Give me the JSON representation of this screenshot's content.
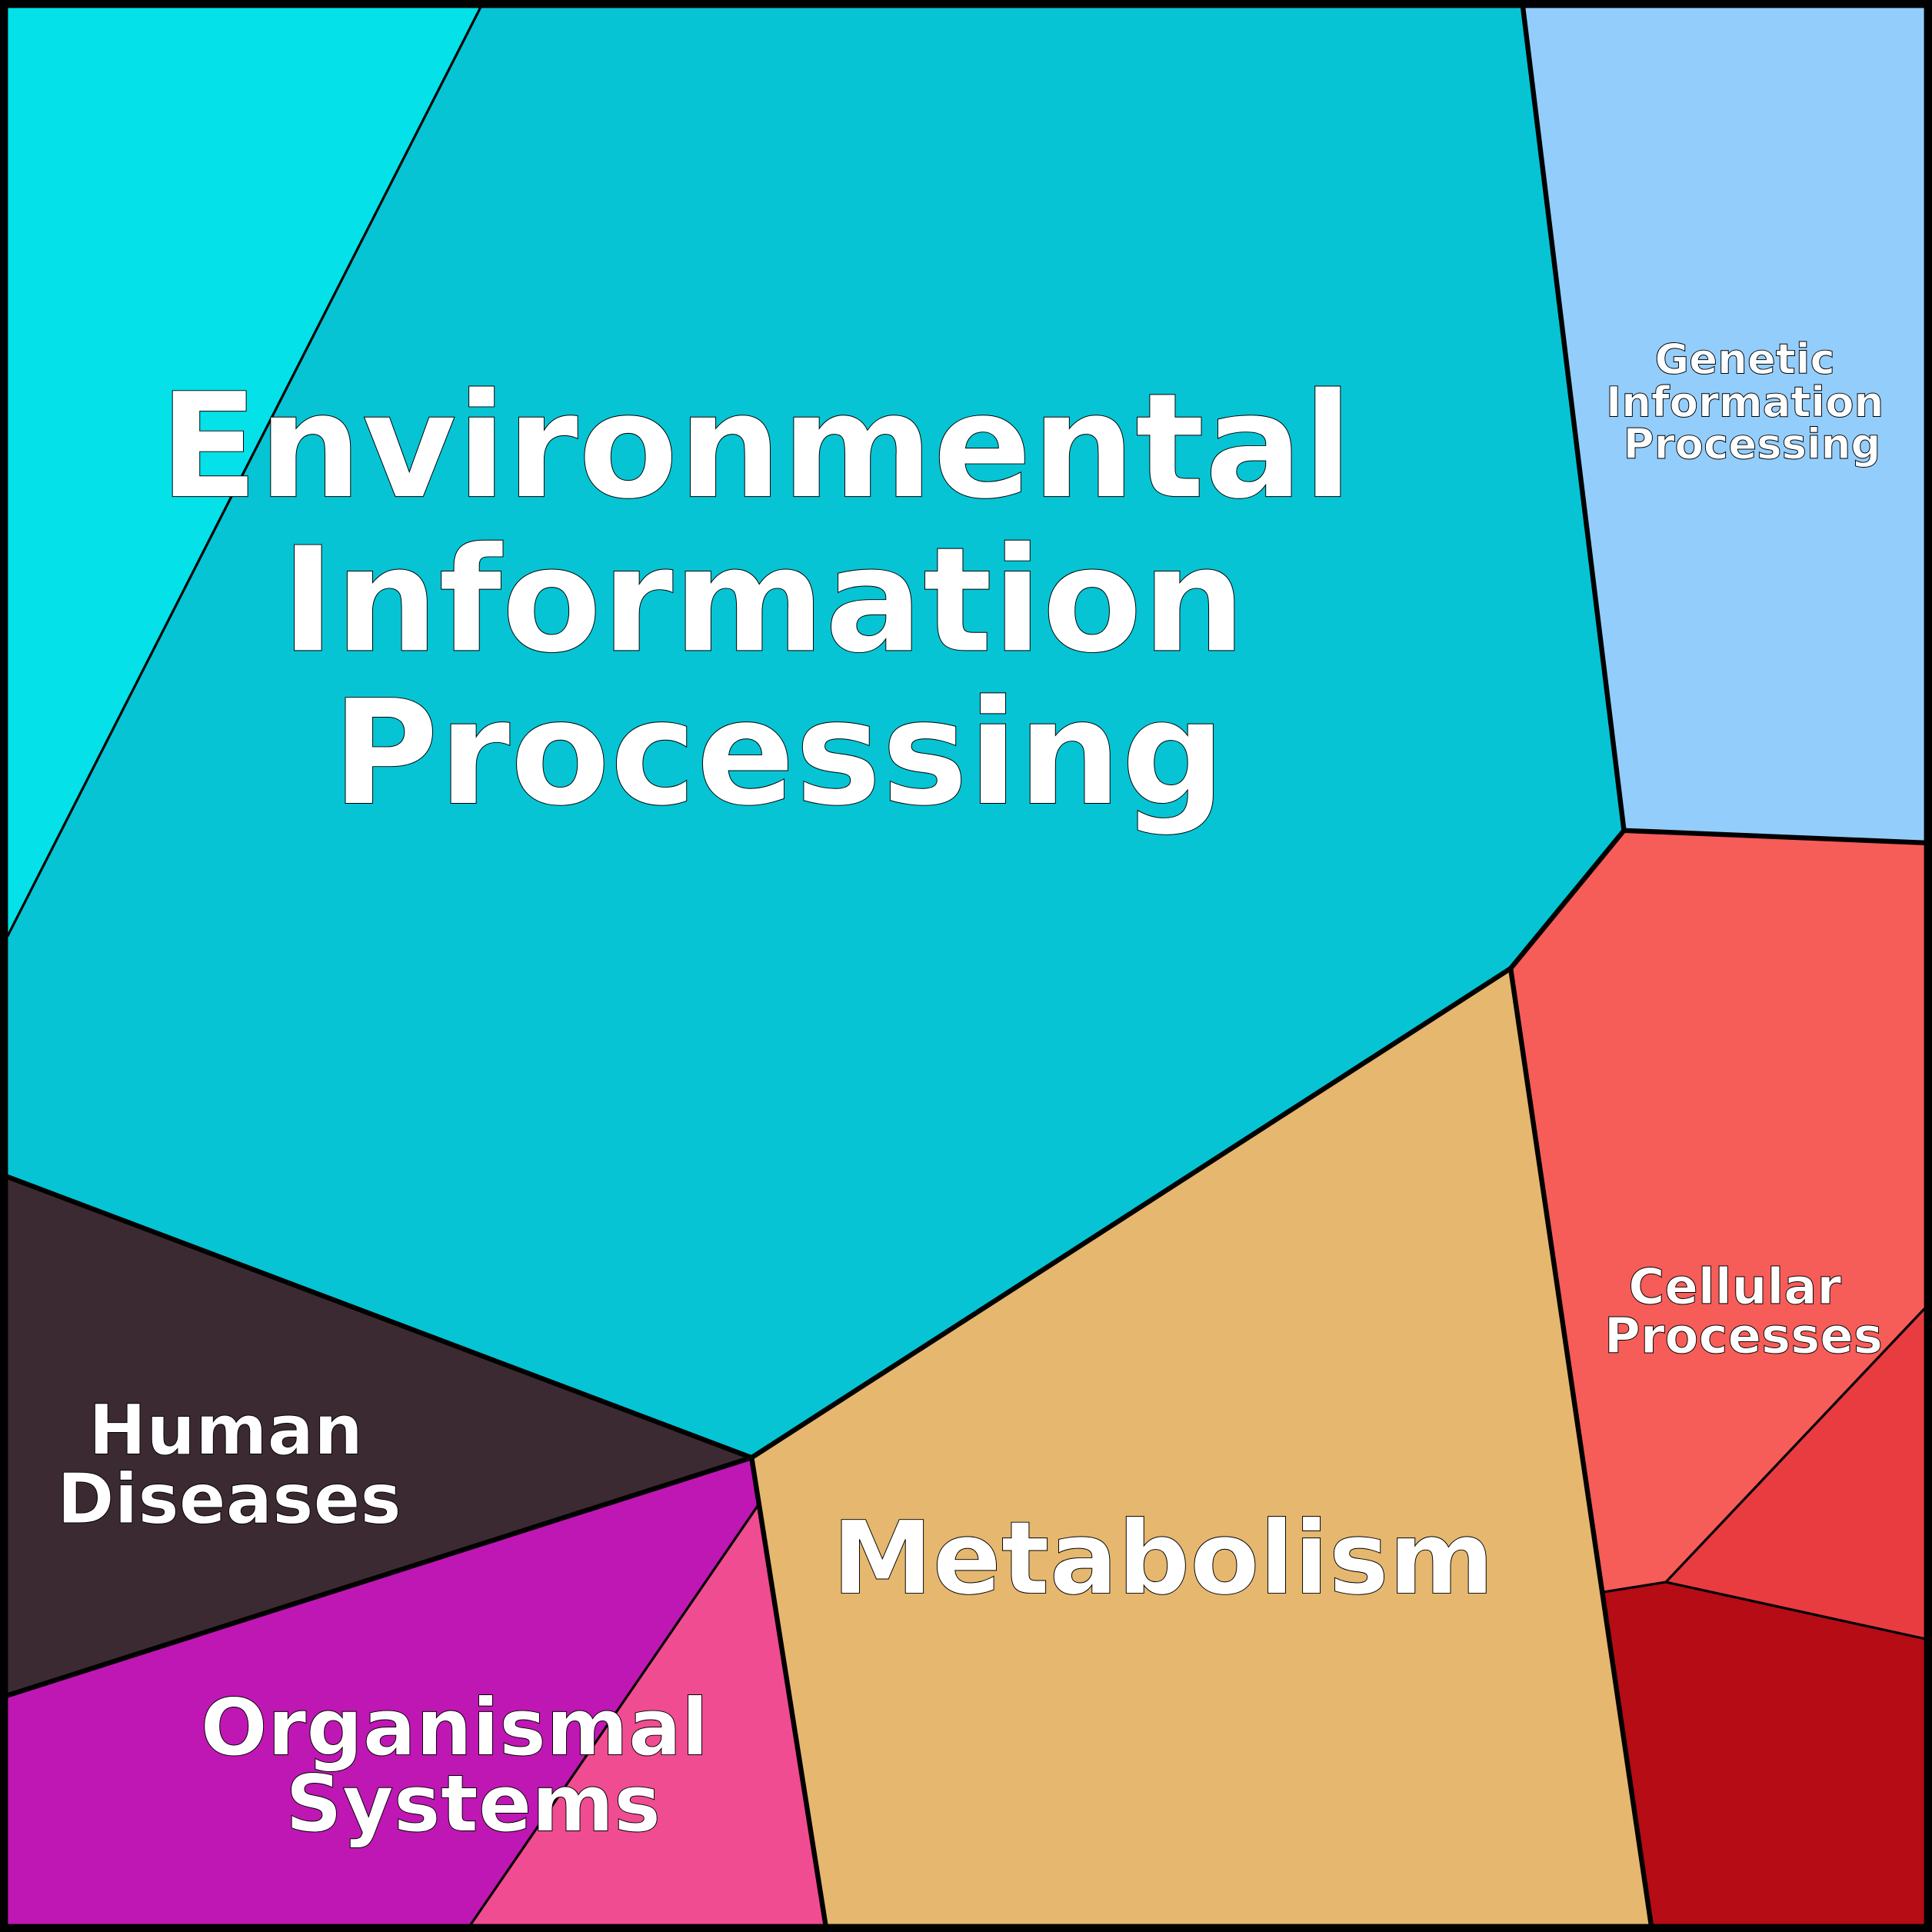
{
  "title": "KEGG pathway category Voronoi treemap",
  "colors": {
    "env_sub1": "#04e1e8",
    "env_main": "#06c4d4",
    "genetic": "#93cdfb",
    "cellular_main": "#f65c58",
    "cellular_sub1": "#e83c40",
    "cellular_sub2": "#b50c15",
    "metabolism": "#e5b76f",
    "human_diseases": "#3c2a33",
    "organismal_main": "#be17b3",
    "organismal_sub1": "#f04c91"
  },
  "labels": {
    "environmental": [
      "Environmental",
      "Information",
      "Processing"
    ],
    "genetic": [
      "Genetic",
      "Information",
      "Processing"
    ],
    "cellular": [
      "Cellular",
      "Processes"
    ],
    "metabolism": [
      "Metabolism"
    ],
    "human_diseases": [
      "Human",
      "Diseases"
    ],
    "organismal": [
      "Organismal",
      "Systems"
    ]
  }
}
